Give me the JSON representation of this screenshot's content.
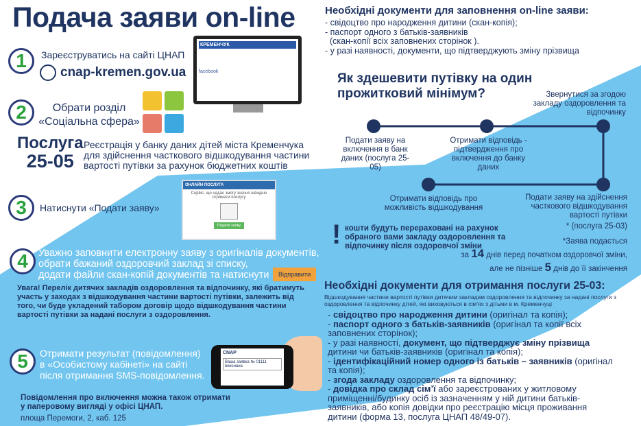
{
  "title": "Подача заяви on-line",
  "step1": {
    "num": "1",
    "text": "Зареєструватись на сайті ЦНАП",
    "site": "cnap-kremen.gov.ua",
    "monitor_brand": "КРЕМЕНЧУК",
    "monitor_fb": "facebook"
  },
  "step2": {
    "num": "2",
    "line1": "Обрати розділ",
    "line2": "«Соціальна сфера»"
  },
  "service": {
    "label1": "Послуга",
    "label2": "25-05",
    "desc": [
      "Реєстрація у банку даних  дітей міста Кременчука",
      "для здійснення часткового відшкодування частини",
      "вартості путівки за рахунок бюджетних коштів"
    ]
  },
  "step3": {
    "num": "3",
    "text": "Натиснути «Подати заяву»",
    "card_header": "ОНЛАЙН ПОСЛУГА",
    "card_text": "Сервіс, що надає змогу значно швидше отримати послугу",
    "card_button": "Подати заяву"
  },
  "step4": {
    "num": "4",
    "lines": [
      "Уважно заповнити електронну заяву з оригіналів документів,",
      "обрати бажаний оздоровчий заклад зі списку,",
      "додати файли скан-копій документів та натиснути"
    ],
    "button": "Відправити"
  },
  "warning": "Увага! Перелік дитячих закладів оздоровлення та відпочинку, які братимуть участь у заходах з відшкодування частини вартості путівки, залежить від того, чи буде укладений табором договір щодо відшкодування частини вартості путівки за надані послуги з оздоровлення.",
  "step5": {
    "num": "5",
    "lines": [
      "Отримати результат (повідомлення)",
      "в «Особистому кабінеті» на сайті",
      "після отримання SMS-повідомлення."
    ],
    "sms_sender": "CNAP",
    "sms_text": "Ваша заявка № 01111 виконана"
  },
  "paper_note": {
    "line1": "Повідомлення про включення можна також отримати",
    "line2": "у паперовому вигляді у офісі ЦНАП.",
    "address": "площа Перемоги, 2, каб. 125"
  },
  "online_docs": {
    "heading": "Необхідні документи для заповнення on-line заяви:",
    "items": [
      "- свідоцтво про народження дитини (скан-копія);",
      "- паспорт одного з батьків-заявників",
      "  (скан-копії всіх заповнених сторінок ).",
      "- у разі наявності, документи, що підтверджують зміну прізвища"
    ]
  },
  "cheaper": {
    "heading1": "Як здешевити путівку на один",
    "heading2": "прожитковий мінімум?",
    "steps": [
      "Подати заяву на включення в банк даних (послуга 25-05)",
      "Отримати відповідь - підтвердження про включення до банку даних",
      "Звернутися за згодою закладу оздоровлення та відпочинку",
      "Подати заяву на здійснення часткового відшкодування вартості путівки",
      "* (послуга 25-03)",
      "Отримати відповідь про можливість відшкодування"
    ]
  },
  "money_note": {
    "mark": "!",
    "text": "кошти будуть перераховані на рахунок обраного вами закладу оздоровлення та відпочинку після оздоровчої зміни"
  },
  "deadline": {
    "line1": "*Заява подається",
    "pre14": "за",
    "n14": "14",
    "post14": "днів перед початком оздоровчої зміни,",
    "pre5": "але не пізніше",
    "n5": "5",
    "post5": "днів до її закінчення"
  },
  "service_docs": {
    "heading": "Необхідні документи для отримання послуги 25-03:",
    "subtitle": "Відшкодування частини вартості путівки дитячим закладам оздоровлення та відпочинку за надані послуги з оздоровлення та відпочинку дітей, які виховуються в сім'ях з дітьми в м. Кременчуці",
    "items": [
      {
        "bold": "свідоцтво про народження дитини",
        "rest": " (оригінал та копія);"
      },
      {
        "bold": "паспорт одного з батьків-заявників",
        "rest": " (оригінал та копії всіх заповнених сторінок);"
      },
      {
        "pre": "у разі наявності, ",
        "bold": "документ, що підтверджує зміну прізвища",
        "rest": " дитини чи батьків-заявників (оригінал та копія);"
      },
      {
        "bold": "ідентифікаційний номер одного із батьків – заявників",
        "rest": " (оригінал та копія);"
      },
      {
        "bold": "згода закладу",
        "rest": " оздоровлення та відпочинку;"
      },
      {
        "bold": "довідка про склад сім’ї",
        "rest": " або зареєстрованих у житловому приміщенні/будинку осіб із зазначенням у ній дитини батьків-заявників, або копія довідки про реєстрацію місця проживання дитини (форма 13, послуга ЦНАП 48/49-07)."
      }
    ]
  },
  "colors": {
    "navy": "#1f3461",
    "blue_band": "#72c5ef",
    "green": "#2aa13b",
    "orange": "#f2a23a"
  }
}
